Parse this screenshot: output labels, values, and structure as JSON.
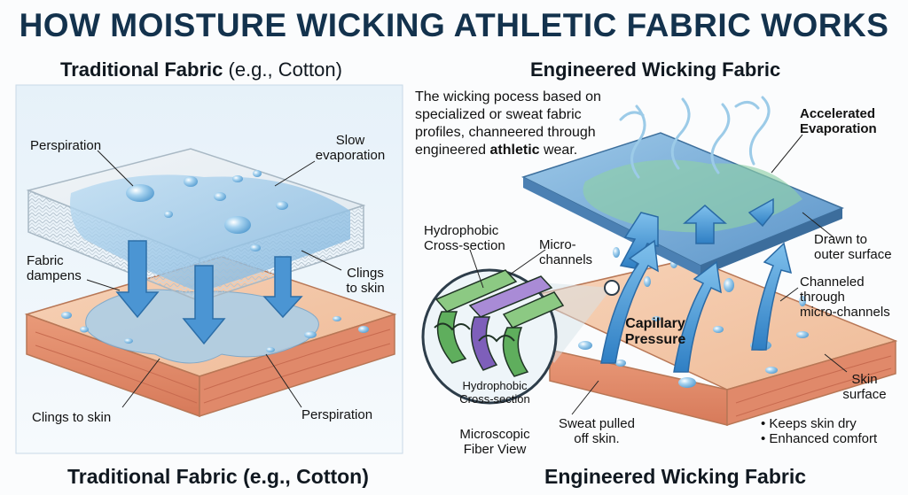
{
  "title": "HOW MOISTURE WICKING ATHLETIC FABRIC WORKS",
  "left": {
    "heading_bold": "Traditional Fabric",
    "heading_light": "(e.g., Cotton)",
    "labels": {
      "perspiration_top": "Perspiration",
      "slow_evap_1": "Slow",
      "slow_evap_2": "evaporation",
      "fabric_dampens_1": "Fabric",
      "fabric_dampens_2": "dampens",
      "clings_right_1": "Clings",
      "clings_right_2": "to skin",
      "clings_bottom": "Clings to skin",
      "perspiration_bottom": "Perspiration"
    },
    "footer": "Traditional Fabric (e.g., Cotton)"
  },
  "right": {
    "heading": "Engineered Wicking Fabric",
    "intro": {
      "line1": "The wicking pocess based on",
      "line2": "specialized or sweat fabric",
      "line3": "profiles, channeered through",
      "line4_pre": "engineered ",
      "line4_bold": "athletic",
      "line4_post": " wear."
    },
    "labels": {
      "accel_1": "Accelerated",
      "accel_2": "Evaporation",
      "hydro_top_1": "Hydrophobic",
      "hydro_top_2": "Cross-section",
      "micro_1": "Micro-",
      "micro_2": "channels",
      "drawn_1": "Drawn to",
      "drawn_2": "outer surface",
      "channeled_1": "Channeled",
      "channeled_2": "through",
      "channeled_3": "micro-channels",
      "capillary_1": "Capillary",
      "capillary_2": "Pressure",
      "hydro_in_1": "Hydrophobic",
      "hydro_in_2": "Cross-section",
      "skin_1": "Skin",
      "skin_2": "surface",
      "sweat_1": "Sweat pulled",
      "sweat_2": "off skin.",
      "micro_view_1": "Microscopic",
      "micro_view_2": "Fiber View",
      "bullet_1": "• Keeps skin dry",
      "bullet_2": "• Enhanced comfort"
    },
    "footer": "Engineered Wicking Fabric"
  },
  "colors": {
    "title": "#13324d",
    "water": "#8fc3e6",
    "arrow": "#3f8fd0",
    "skin": "#f3c5a6",
    "fiber_green": "#6fbf6a",
    "fiber_purple": "#8c6bc2"
  }
}
